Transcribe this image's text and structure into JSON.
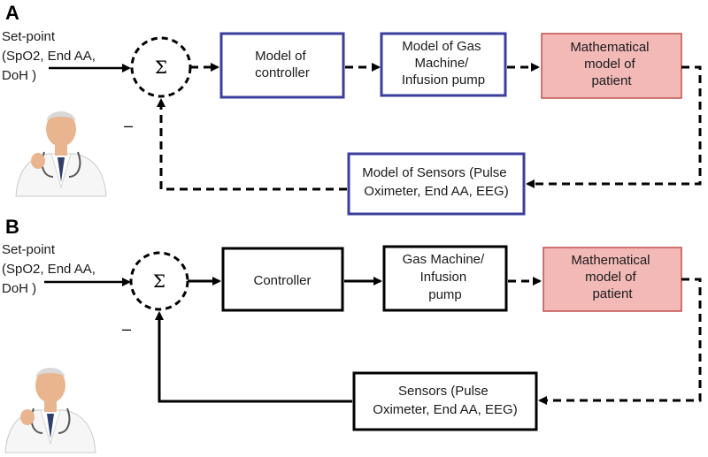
{
  "colors": {
    "model_box_border": "#3b3f9c",
    "patient_fill": "#f2b9b7",
    "patient_border": "#c0504d",
    "solid_border": "#000000",
    "coat": "#ffffff",
    "skin": "#e8b58f"
  },
  "icons": [
    "doctor-illustration",
    "summing-junction-icon"
  ],
  "panel_a": {
    "label": "A",
    "setpoint": [
      "Set-point",
      "(SpO2, End AA,",
      "DoH )"
    ],
    "sum_symbol": "Σ",
    "minus_sign": "–",
    "controller": [
      "Model of",
      "controller"
    ],
    "gas_machine": [
      "Model of Gas",
      "Machine/",
      "Infusion pump"
    ],
    "patient": [
      "Mathematical",
      "model of",
      "patient"
    ],
    "sensors": [
      "Model of Sensors (Pulse",
      "Oximeter, End AA, EEG)"
    ]
  },
  "panel_b": {
    "label": "B",
    "setpoint": [
      "Set-point",
      "(SpO2, End AA,",
      "DoH )"
    ],
    "sum_symbol": "Σ",
    "minus_sign": "–",
    "controller": [
      "Controller"
    ],
    "gas_machine": [
      "Gas Machine/",
      "Infusion",
      "pump"
    ],
    "patient": [
      "Mathematical",
      "model of",
      "patient"
    ],
    "sensors": [
      "Sensors (Pulse",
      "Oximeter, End AA, EEG)"
    ]
  }
}
